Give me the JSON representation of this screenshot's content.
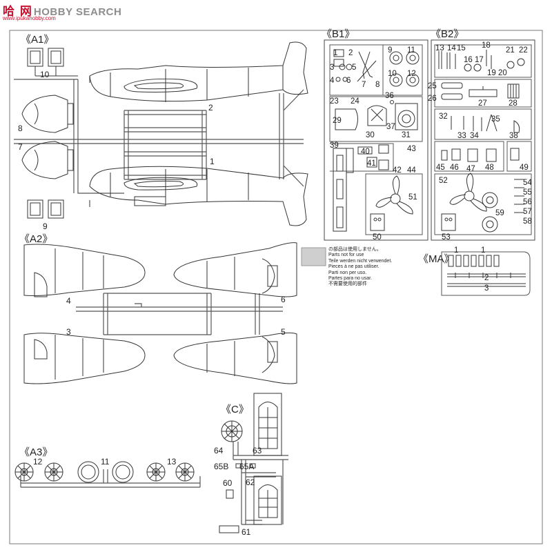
{
  "watermark": {
    "logo": "哈 网",
    "site": "HOBBY SEARCH",
    "url": "www.ipukahobby.com"
  },
  "groups": {
    "a1": "《A1》",
    "a2": "《A2》",
    "a3": "《A3》",
    "b1": "《B1》",
    "b2": "《B2》",
    "c": "《C》",
    "ma": "《MA》"
  },
  "notice": {
    "lines": [
      "の部品は使用しません。",
      "Parts not for use",
      "Teile werden nicht verwendet.",
      "Pieces à ne pas utiliser.",
      "Parti non per uso.",
      "Partes para no usar.",
      "不需要使用的部件"
    ]
  },
  "labels": {
    "a1": [
      "10",
      "2",
      "8",
      "7",
      "1",
      "9"
    ],
    "a2": [
      "4",
      "6",
      "3",
      "5"
    ],
    "a3": [
      "12",
      "11",
      "13"
    ],
    "b1": [
      "1",
      "2",
      "9",
      "11",
      "3",
      "5",
      "4",
      "6",
      "7",
      "8",
      "10",
      "12",
      "23",
      "24",
      "36",
      "29",
      "30",
      "37",
      "31",
      "39",
      "40",
      "43",
      "41",
      "42",
      "44",
      "51",
      "50"
    ],
    "b2": [
      "13",
      "14",
      "15",
      "16",
      "17",
      "18",
      "21",
      "22",
      "19",
      "20",
      "25",
      "26",
      "27",
      "28",
      "32",
      "35",
      "33",
      "34",
      "38",
      "45",
      "46",
      "47",
      "48",
      "49",
      "52",
      "54",
      "55",
      "56",
      "57",
      "58",
      "59",
      "53"
    ],
    "c": [
      "64",
      "63",
      "65B",
      "65A",
      "62",
      "60",
      "61"
    ],
    "ma": [
      "1",
      "1",
      "2",
      "3"
    ]
  }
}
